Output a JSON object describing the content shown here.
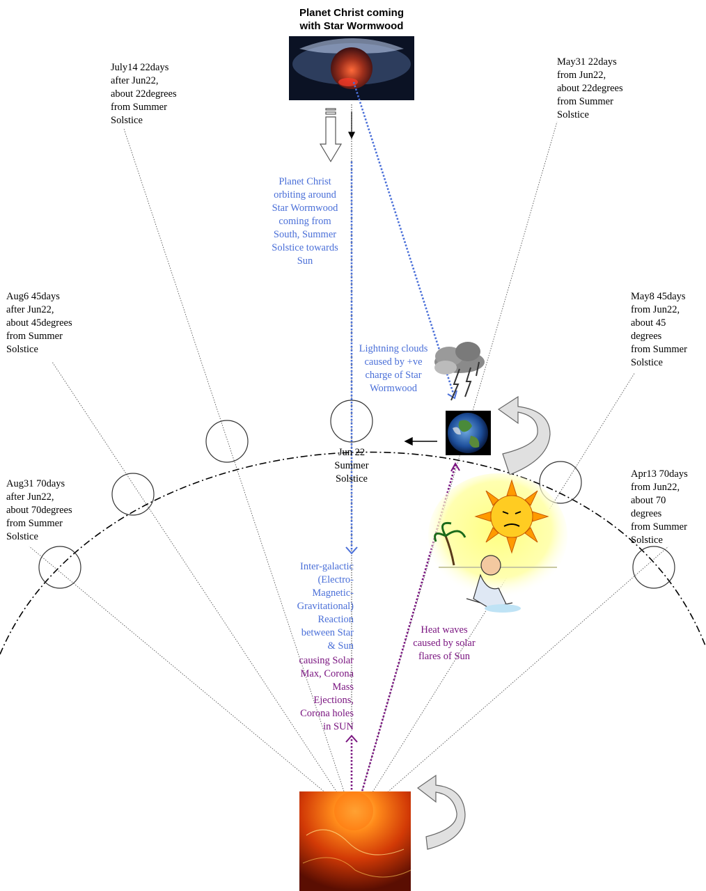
{
  "title": "Planet Christ coming\nwith Star Wormwood",
  "positions": {
    "jul14": "July14 22days\nafter Jun22,\nabout 22degrees\nfrom Summer\nSolstice",
    "may31": "May31 22days\nfrom Jun22,\nabout 22degrees\nfrom Summer\nSolstice",
    "aug6": "Aug6 45days\nafter Jun22,\nabout 45degrees\nfrom Summer\nSolstice",
    "may8": "May8 45days\nfrom Jun22,\nabout 45\ndegrees\nfrom Summer\nSolstice",
    "aug31": "Aug31 70days\nafter Jun22,\nabout 70degrees\nfrom Summer\nSolstice",
    "apr13": "Apr13 70days\nfrom Jun22,\nabout 70\ndegrees\nfrom Summer\nSolstice",
    "jun22": "Jun 22\nSummer\nSolstice"
  },
  "annotations": {
    "orbiting": "Planet Christ\norbiting around\nStar Wormwood\ncoming from\nSouth, Summer\nSolstice towards\nSun",
    "lightning": "Lightning clouds\ncaused by +ve\ncharge  of Star\nWormwood",
    "intergalactic_blue": "Inter-galactic\n(Electro-\nMagnetic-\nGravitational)\nReaction\nbetween Star\n& Sun",
    "intergalactic_purple": "causing Solar\nMax, Corona\nMass\nEjections,\nCorona holes\nin SUN",
    "heatwaves": "Heat waves\ncaused by solar\nflares of Sun"
  },
  "colors": {
    "blue": "#4a6fd8",
    "purple": "#7a1580",
    "text": "#000000"
  }
}
